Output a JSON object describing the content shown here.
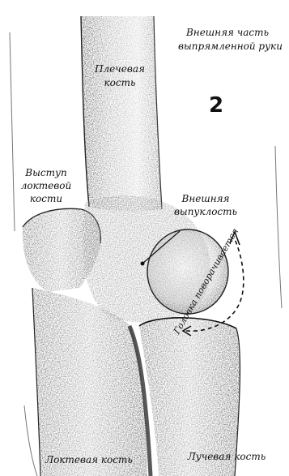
{
  "figure": {
    "panel_number": "2",
    "title_lines": [
      "Внешняя часть",
      "выпрямленной руки"
    ],
    "labels": {
      "humerus": [
        "Плечевая",
        "кость"
      ],
      "olecranon": [
        "Выступ",
        "локтевой",
        "кости"
      ],
      "lateral_epicondyle": [
        "Внешняя",
        "выпуклость"
      ],
      "radial_head": "Головка поворачивается",
      "ulna": "Локтевая кость",
      "radius": "Лучевая кость"
    }
  }
}
